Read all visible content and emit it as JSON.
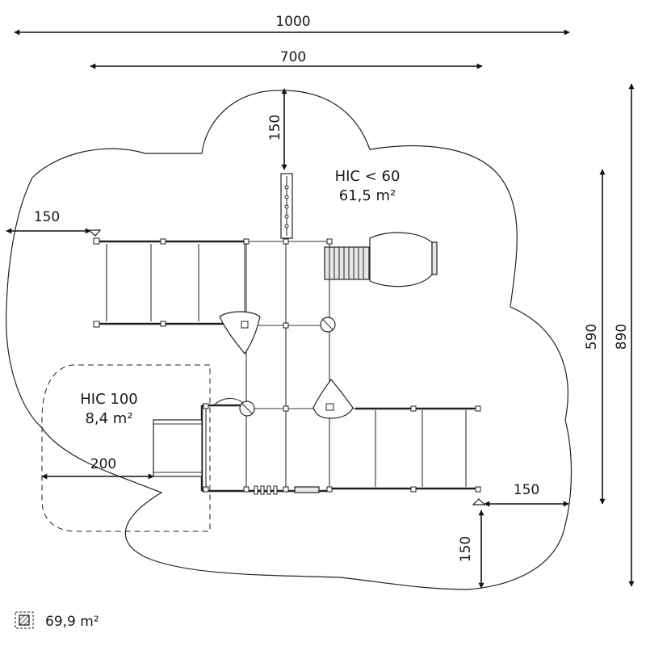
{
  "dimensions": {
    "total_width": "1000",
    "inner_width": "700",
    "top_gap": "150",
    "left_gap": "150",
    "right_gap": "150",
    "bottom_gap": "150",
    "inner_height": "590",
    "total_height": "890",
    "small_zone_width": "200"
  },
  "zones": {
    "main": {
      "hic": "HIC < 60",
      "area": "61,5 m²"
    },
    "small": {
      "hic": "HIC 100",
      "area": "8,4 m²"
    }
  },
  "legend": {
    "icon": "hatched-square-icon",
    "area": "69,9 m²"
  }
}
